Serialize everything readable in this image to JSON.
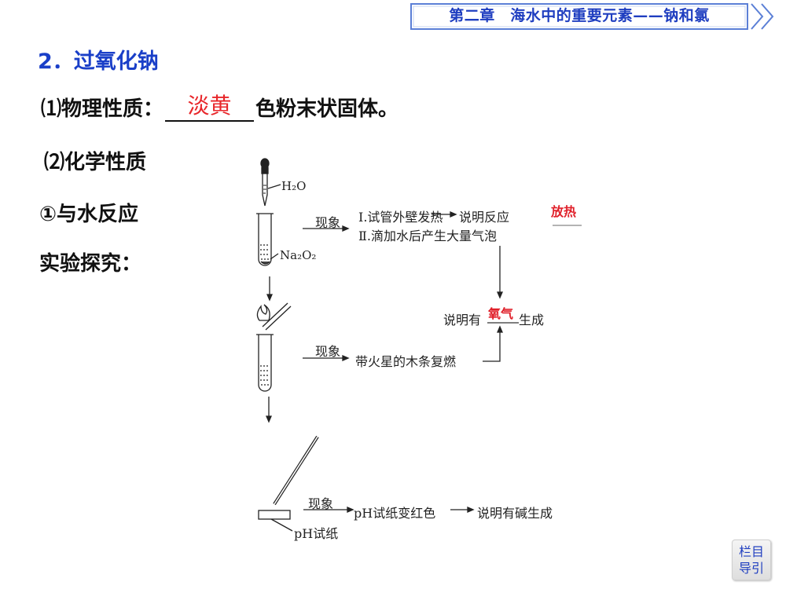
{
  "header": {
    "chapter_title": "第二章　海水中的重要元素——钠和氯"
  },
  "section": {
    "title": "2．过氧化钠",
    "physical": {
      "prefix": "⑴物理性质：",
      "answer": "淡黄",
      "suffix": "色粉末状固体。"
    },
    "chemical_label": "⑵化学性质",
    "reaction_label": "①与水反应",
    "experiment_label": "实验探究："
  },
  "diagram": {
    "dropper_label": "H₂O",
    "tube_label": "Na₂O₂",
    "phenomenon_label": "现象",
    "step1": {
      "obs1": "Ⅰ.试管外壁发热",
      "conclusion1_prefix": "说明反应",
      "conclusion1_answer": "放热",
      "obs2": "Ⅱ.滴加水后产生大量气泡"
    },
    "oxygen_conclusion": {
      "prefix": "说明有",
      "answer": "氧气",
      "suffix": "生成"
    },
    "step2": {
      "phenomenon_label": "现象",
      "obs": "带火星的木条复燃"
    },
    "step3": {
      "phenomenon_label": "现象",
      "obs": "pH试纸变红色",
      "conclusion": "说明有碱生成",
      "paper_label": "pH试纸"
    }
  },
  "nav": {
    "guide_line1": "栏目",
    "guide_line2": "导引"
  },
  "colors": {
    "title_blue": "#1a3fc8",
    "answer_red": "#e0202a",
    "banner_border": "#4a6fd0"
  }
}
